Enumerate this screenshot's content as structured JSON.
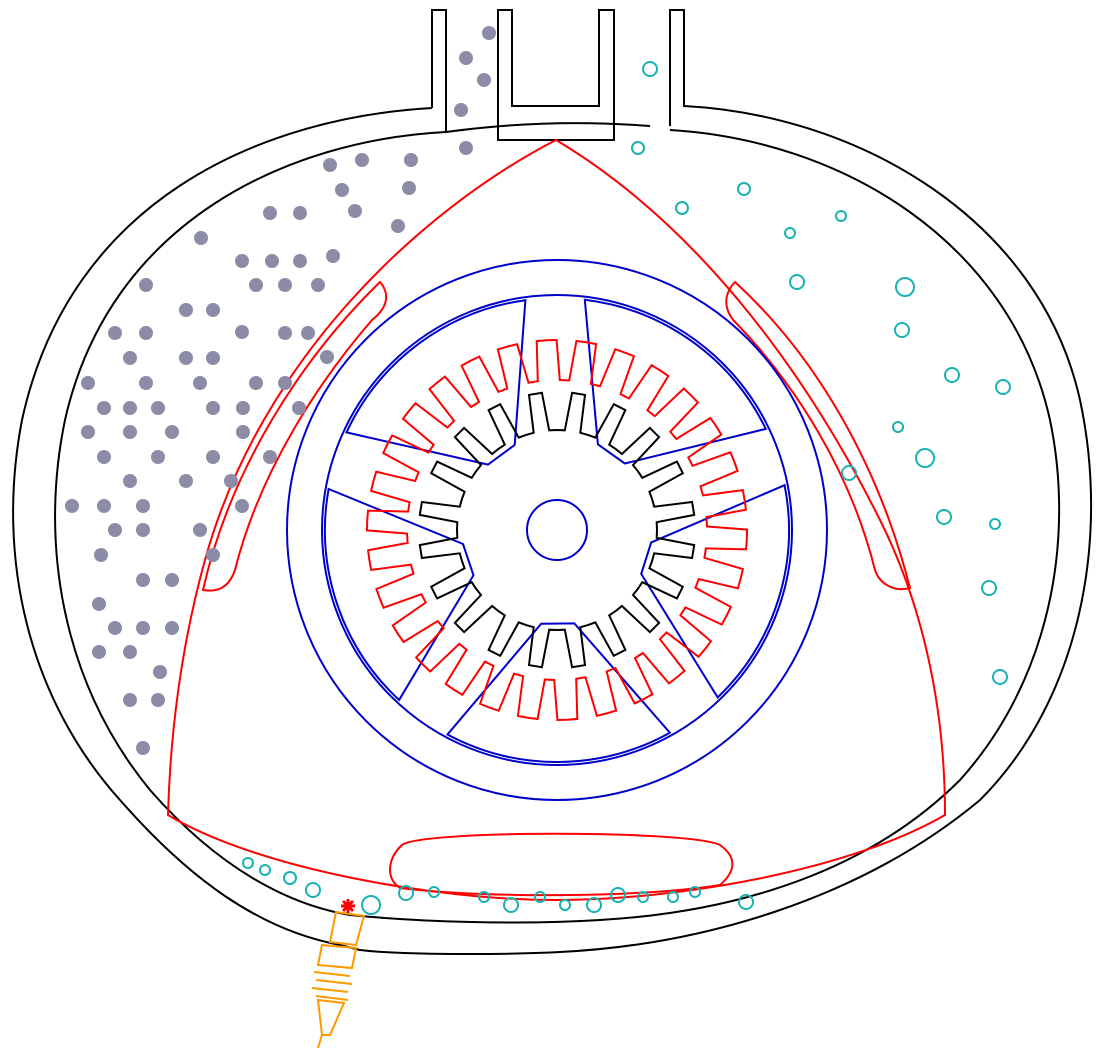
{
  "diagram": {
    "subject": "rotary-engine",
    "colors": {
      "background": "#ffffff",
      "housing": "#000000",
      "rotor": "#ff0000",
      "rotor_gear": "#ff0000",
      "stationary_gear": "#000000",
      "eccentric_shaft": "#0000cc",
      "spark_plug": "#ff9900",
      "spark": "#ff0000",
      "intake_charge": "#8c8ca6",
      "exhaust_gas": "#19b2b2"
    },
    "rotor_gear_teeth": 30,
    "stationary_gear_teeth": 20,
    "eccentric_lobes": 5
  }
}
